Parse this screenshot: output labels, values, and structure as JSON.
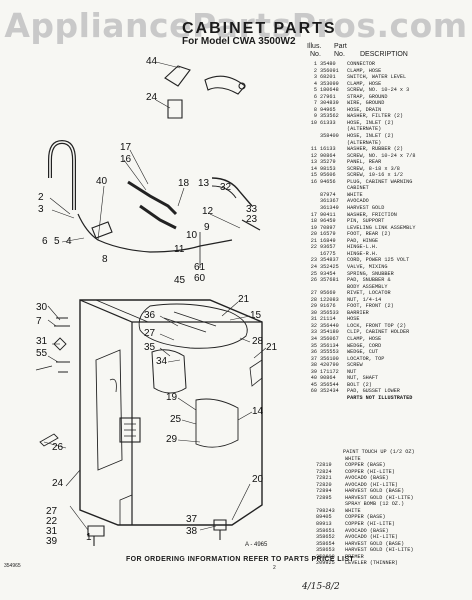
{
  "watermark": "AppliancePartsPros.com",
  "title": "CABINET PARTS",
  "model": "For Model CWA 3500W2",
  "header": {
    "illus": "Illus.",
    "no": "No.",
    "part": "Part",
    "partno": "No.",
    "description": "DESCRIPTION"
  },
  "parts": [
    {
      "n": "1",
      "p": "35480",
      "d": "CONNECTOR"
    },
    {
      "n": "2",
      "p": "356091",
      "d": "CLAMP, HOSE"
    },
    {
      "n": "3",
      "p": "68201",
      "d": "SWITCH, WATER LEVEL"
    },
    {
      "n": "4",
      "p": "353099",
      "d": "CLAMP, HOSE"
    },
    {
      "n": "5",
      "p": "180648",
      "d": "SCREW, NO. 10-24 x 3"
    },
    {
      "n": "6",
      "p": "27961",
      "d": "STRAP, GROUND"
    },
    {
      "n": "7",
      "p": "304839",
      "d": "WIRE, GROUND"
    },
    {
      "n": "8",
      "p": "94965",
      "d": "HOSE, DRAIN"
    },
    {
      "n": "9",
      "p": "353562",
      "d": "WASHER, FILTER (2)"
    },
    {
      "n": "10",
      "p": "61333",
      "d": "HOSE, INLET (2)"
    },
    {
      "n": "",
      "p": "",
      "d": "(ALTERNATE)"
    },
    {
      "n": "",
      "p": "358400",
      "d": "HOSE, INLET (2)"
    },
    {
      "n": "",
      "p": "",
      "d": "(ALTERNATE)"
    },
    {
      "n": "11",
      "p": "16133",
      "d": "WASHER, RUBBER (2)"
    },
    {
      "n": "12",
      "p": "90864",
      "d": "SCREW, NO. 10-24 x 7/8"
    },
    {
      "n": "13",
      "p": "35279",
      "d": "PANEL, REAR"
    },
    {
      "n": "14",
      "p": "98153",
      "d": "SCREW, 8-18 x 3/8"
    },
    {
      "n": "15",
      "p": "95606",
      "d": "SCREW, 10-16 x 1/2"
    },
    {
      "n": "16",
      "p": "94656",
      "d": "PLUG, CABINET WARNING"
    },
    {
      "n": "",
      "p": "",
      "d": "CABINET"
    },
    {
      "n": "",
      "p": "87974",
      "d": "WHITE"
    },
    {
      "n": "",
      "p": "361367",
      "d": "AVOCADO"
    },
    {
      "n": "",
      "p": "361349",
      "d": "HARVEST GOLD"
    },
    {
      "n": "17",
      "p": "90411",
      "d": "WASHER, FRICTION"
    },
    {
      "n": "18",
      "p": "96459",
      "d": "PIN, SUPPORT"
    },
    {
      "n": "19",
      "p": "70897",
      "d": "LEVELING LINK ASSEMBLY"
    },
    {
      "n": "20",
      "p": "16579",
      "d": "FOOT, REAR (2)"
    },
    {
      "n": "21",
      "p": "16849",
      "d": "PAD, HINGE"
    },
    {
      "n": "22",
      "p": "93657",
      "d": "HINGE-L.H."
    },
    {
      "n": "",
      "p": "16775",
      "d": "HINGE-R.H."
    },
    {
      "n": "23",
      "p": "354837",
      "d": "CORD, POWER 125 VOLT"
    },
    {
      "n": "24",
      "p": "352425",
      "d": "VALVE, MIXING"
    },
    {
      "n": "25",
      "p": "93454",
      "d": "SPRING, SNUBBER"
    },
    {
      "n": "26",
      "p": "357681",
      "d": "PAD, SNUBBER &"
    },
    {
      "n": "",
      "p": "",
      "d": "BODY ASSEMBLY"
    },
    {
      "n": "27",
      "p": "95669",
      "d": "RIVET, LOCATOR"
    },
    {
      "n": "28",
      "p": "122083",
      "d": "NUT, 1/4-14"
    },
    {
      "n": "29",
      "p": "91676",
      "d": "FOOT, FRONT (2)"
    },
    {
      "n": "30",
      "p": "356533",
      "d": "BARRIER"
    },
    {
      "n": "31",
      "p": "21114",
      "d": "HOSE"
    },
    {
      "n": "32",
      "p": "356440",
      "d": "LOCK, FRONT TOP (2)"
    },
    {
      "n": "33",
      "p": "354180",
      "d": "CLIP, CABINET HOLDER"
    },
    {
      "n": "34",
      "p": "356067",
      "d": "CLAMP, HOSE"
    },
    {
      "n": "35",
      "p": "356134",
      "d": "WEDGE, CORD"
    },
    {
      "n": "36",
      "p": "355553",
      "d": "WEDGE, CUT"
    },
    {
      "n": "37",
      "p": "356100",
      "d": "LOCATOR, TOP"
    },
    {
      "n": "38",
      "p": "420790",
      "d": "SCREW"
    },
    {
      "n": "39",
      "p": "171172",
      "d": "NUT"
    },
    {
      "n": "40",
      "p": "90864",
      "d": "NUT, SHAFT"
    },
    {
      "n": "45",
      "p": "356544",
      "d": "BOLT (2)"
    },
    {
      "n": "60",
      "p": "352434",
      "d": "PAD, GUSSET LOWER"
    }
  ],
  "not_illustrated": "PARTS NOT ILLUSTRATED",
  "paint_title": "PAINT TOUCH UP (1/2 OZ)",
  "paint": [
    {
      "p": "",
      "d": "WHITE"
    },
    {
      "p": "72819",
      "d": "COPPER (BASE)"
    },
    {
      "p": "72824",
      "d": "COPPER (HI-LITE)"
    },
    {
      "p": "72821",
      "d": "AVOCADO (BASE)"
    },
    {
      "p": "72820",
      "d": "AVOCADO (HI-LITE)"
    },
    {
      "p": "72894",
      "d": "HARVEST GOLD (BASE)"
    },
    {
      "p": "72895",
      "d": "HARVEST GOLD (HI-LITE)"
    },
    {
      "p": "",
      "d": "SPRAY BOMB (12 OZ.)"
    },
    {
      "p": "798243",
      "d": "WHITE"
    },
    {
      "p": "89405",
      "d": "COPPER (BASE)"
    },
    {
      "p": "89913",
      "d": "COPPER (HI-LITE)"
    },
    {
      "p": "358651",
      "d": "AVOCADO (BASE)"
    },
    {
      "p": "358652",
      "d": "AVOCADO (HI-LITE)"
    },
    {
      "p": "358654",
      "d": "HARVEST GOLD (BASE)"
    },
    {
      "p": "358653",
      "d": "HARVEST GOLD (HI-LITE)"
    },
    {
      "p": "358608",
      "d": "PRIMER"
    },
    {
      "p": "209925",
      "d": "LEVELER (THINNER)"
    }
  ],
  "callouts": [
    "44",
    "24",
    "17",
    "16",
    "18",
    "13",
    "32",
    "33",
    "23",
    "12",
    "2",
    "3",
    "40",
    "6",
    "5",
    "4",
    "8",
    "11",
    "10",
    "9",
    "61",
    "60",
    "45",
    "30",
    "7",
    "31",
    "55",
    "36",
    "27",
    "35",
    "34",
    "21",
    "15",
    "28",
    "21",
    "19",
    "25",
    "29",
    "14",
    "26",
    "24",
    "27",
    "22",
    "31",
    "39",
    "20",
    "37",
    "38",
    "1"
  ],
  "figure_number": "A - 4965",
  "ordering_note": "FOR ORDERING INFORMATION REFER TO PARTS PRICE LIST",
  "doc_id": "354965",
  "page_no": "2",
  "handnote": "4/15-8/2"
}
